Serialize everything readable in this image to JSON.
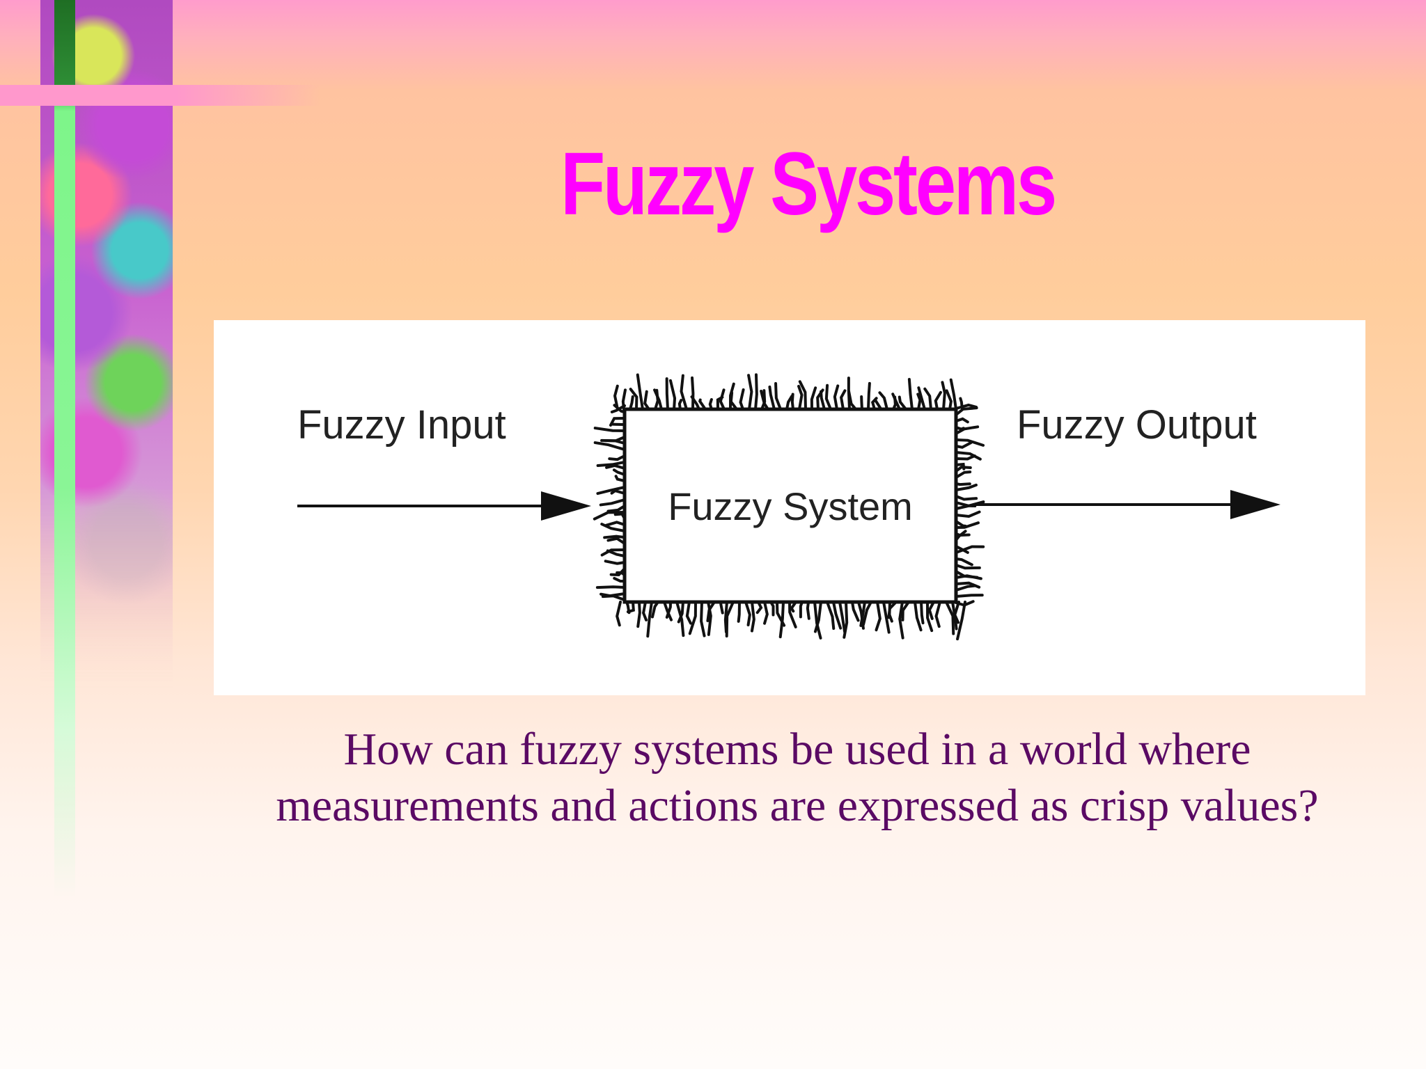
{
  "slide": {
    "title": "Fuzzy Systems",
    "body_text": "How can fuzzy systems be used in a world where measurements and actions are expressed as crisp values?"
  },
  "diagram": {
    "input_label": "Fuzzy Input",
    "system_label": "Fuzzy System",
    "output_label": "Fuzzy Output"
  },
  "colors": {
    "title": "#ff00ff",
    "body_text": "#5a0a64",
    "diagram_lines": "#111111"
  }
}
